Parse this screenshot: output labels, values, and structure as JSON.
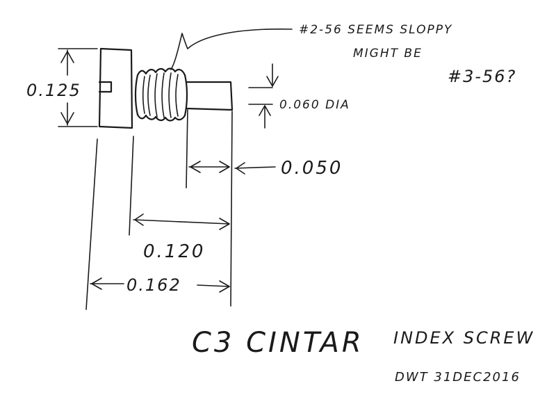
{
  "note": {
    "line1": "#2-56 SEEMS SLOPPY",
    "line2": "MIGHT BE",
    "line3": "#3-56?"
  },
  "dimensions": {
    "height": "0.125",
    "pin_diameter": "0.060 DIA",
    "pin_length": "0.050",
    "shaft_length": "0.120",
    "overall_length": "0.162"
  },
  "title": {
    "name": "C3 CINTAR",
    "part": "INDEX SCREW",
    "signature": "DWT 31DEC2016"
  }
}
